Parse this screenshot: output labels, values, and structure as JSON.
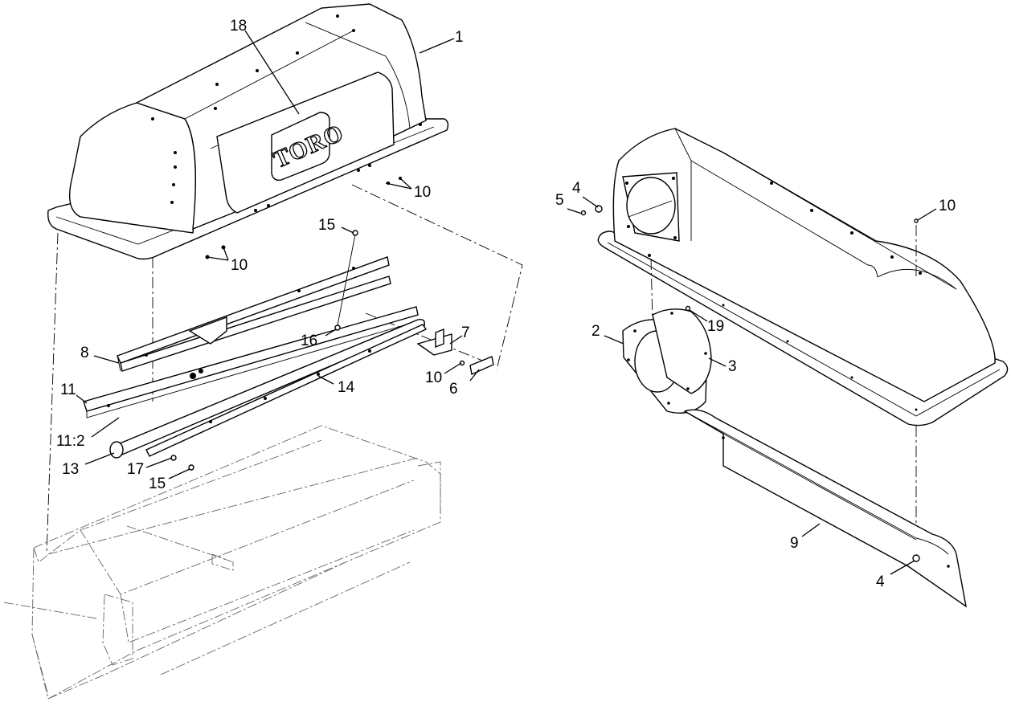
{
  "callouts": {
    "c1": "1",
    "c18": "18",
    "c10a": "10",
    "c10b": "10",
    "c15a": "15",
    "c16": "16",
    "c8": "8",
    "c7": "7",
    "c10c": "10",
    "c6": "6",
    "c11": "11",
    "c14": "14",
    "c11b": "11:2",
    "c13": "13",
    "c17": "17",
    "c15b": "15",
    "c4a": "4",
    "c5": "5",
    "c10d": "10",
    "c2": "2",
    "c19": "19",
    "c3": "3",
    "c9": "9",
    "c4b": "4"
  },
  "logo": {
    "text": "TORO"
  }
}
